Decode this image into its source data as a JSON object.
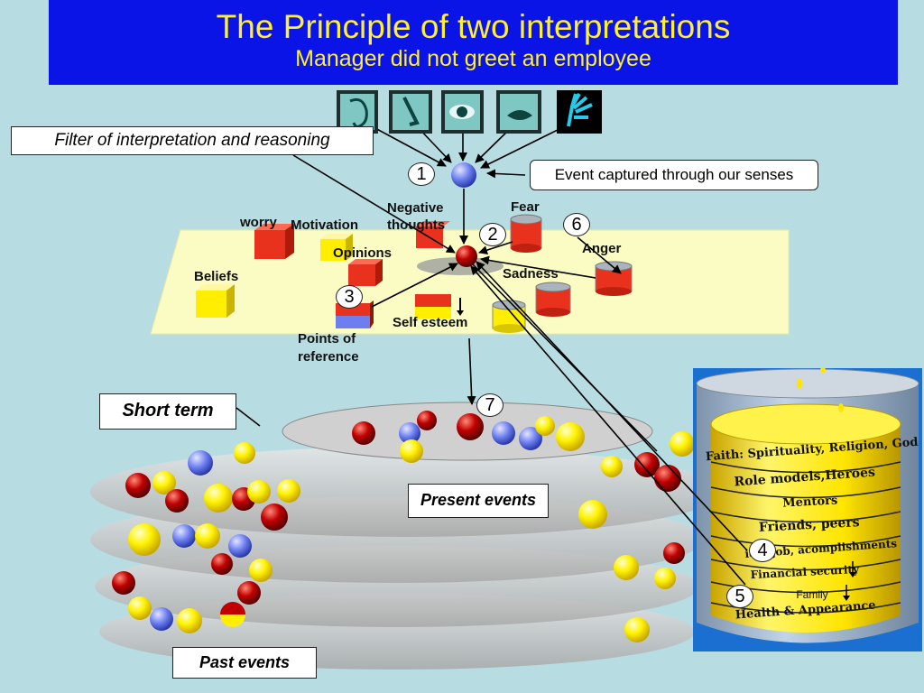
{
  "title": "The Principle of two interpretations",
  "subtitle": "Manager did not greet an employee",
  "labels": {
    "filter": "Filter of interpretation and reasoning",
    "event": "Event captured through our senses",
    "short_term": "Short term",
    "present_events": "Present events",
    "past_events": "Past events",
    "points_of_reference_1": "Points of",
    "points_of_reference_2": "reference"
  },
  "filter_items": {
    "worry": "worry",
    "motivation": "Motivation",
    "opinions": "Opinions",
    "beliefs": "Beliefs",
    "negative_thoughts_1": "Negative",
    "negative_thoughts_2": "thoughts",
    "fear": "Fear",
    "anger": "Anger",
    "sadness": "Sadness",
    "self_esteem": "Self esteem"
  },
  "steps": [
    "1",
    "2",
    "3",
    "4",
    "5",
    "6",
    "7"
  ],
  "senses": [
    "ear-icon",
    "nose-icon",
    "eye-icon",
    "mouth-icon",
    "hand-icon"
  ],
  "points_of_reference": [
    "Faith: Spirituality, Religion, God",
    "Role models,Heroes",
    "Mentors",
    "Friends, peers",
    "ion, job, acomplishments",
    "Financial security",
    "Family",
    "Health & Appearance"
  ],
  "colors": {
    "title_bg": "#0b14e6",
    "title_text": "#ffef33",
    "background": "#b7dde3",
    "panel": "#fbfcc4",
    "red": "#e8321e",
    "yellow": "#ffee00",
    "blue": "#6e7ef0",
    "dark_red": "#a40000"
  }
}
